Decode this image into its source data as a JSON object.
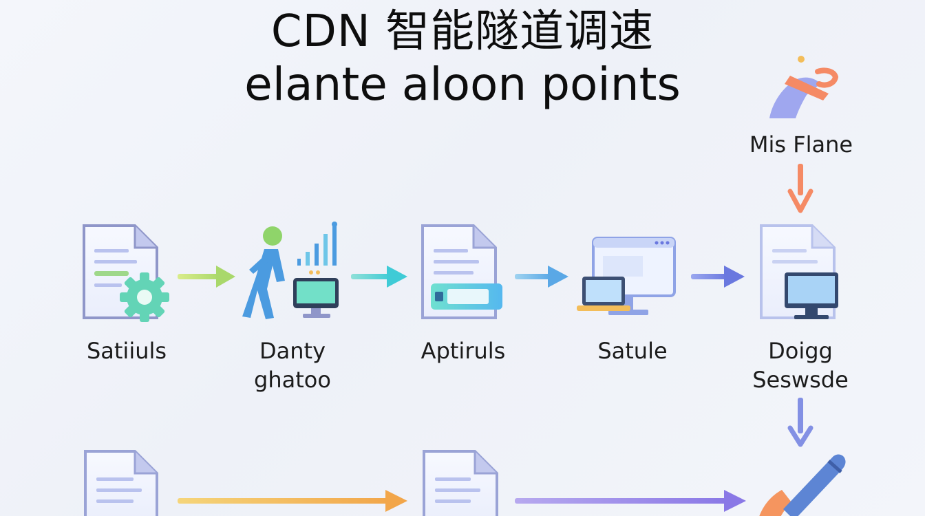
{
  "header": {
    "title_line1": "CDN 智能隧道调速",
    "title_line2": "elante aloon points"
  },
  "top_node": {
    "label": "Mis Flane",
    "icon": "hand-pen-icon"
  },
  "nodes": [
    {
      "line1": "Satiiuls",
      "line2": "",
      "icon": "document-gear-icon"
    },
    {
      "line1": "Danty",
      "line2": "ghatoo",
      "icon": "person-monitor-chart-icon"
    },
    {
      "line1": "Aptiruls",
      "line2": "",
      "icon": "document-card-icon"
    },
    {
      "line1": "Satule",
      "line2": "",
      "icon": "browser-laptop-desktop-icon"
    },
    {
      "line1": "Doigg",
      "line2": "Seswsde",
      "icon": "document-monitor-icon"
    }
  ],
  "bottom_row": [
    {
      "icon": "document-icon"
    },
    {
      "icon": "document-icon"
    },
    {
      "icon": "hand-pen-icon"
    }
  ],
  "colors": {
    "arrow_green": "#c6df6e",
    "arrow_teal": "#5fd6d6",
    "arrow_blue": "#7ab9ea",
    "arrow_indigo": "#7f8fe6",
    "arrow_orange": "#f58a65",
    "arrow_gold": "#f3bd5a",
    "arrow_violet": "#9b8ee6"
  }
}
